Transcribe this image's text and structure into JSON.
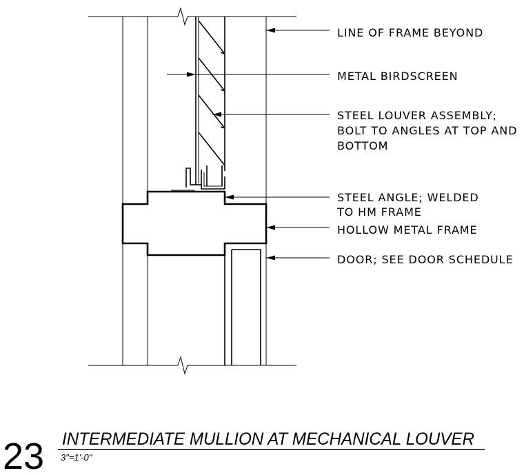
{
  "callouts": [
    "LINE OF FRAME BEYOND",
    "METAL BIRDSCREEN",
    "STEEL LOUVER ASSEMBLY;",
    "BOLT TO ANGLES AT TOP AND",
    "BOTTOM",
    "STEEL ANGLE; WELDED",
    "TO HM FRAME",
    "HOLLOW METAL FRAME",
    "DOOR; SEE DOOR SCHEDULE"
  ],
  "title_block": {
    "detail_number": "23",
    "title": "INTERMEDIATE MULLION AT MECHANICAL LOUVER",
    "scale": "3\"=1'-0\""
  }
}
